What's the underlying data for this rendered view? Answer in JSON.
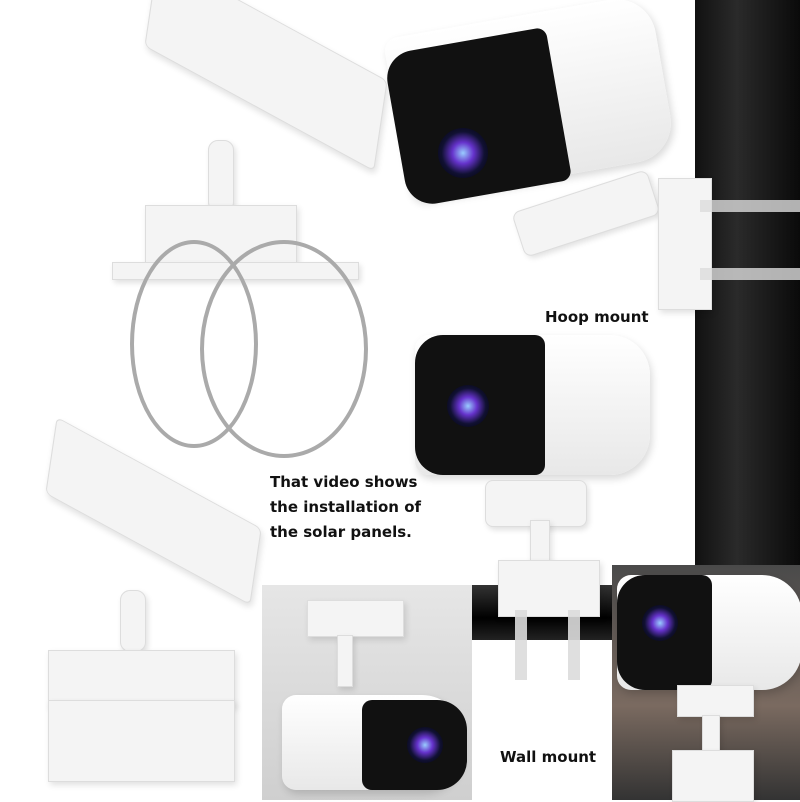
{
  "labels": {
    "hoop_mount": "Hoop mount",
    "caption_line1": "That video shows",
    "caption_line2": "the installation of",
    "caption_line3": "the solar panels.",
    "wall_mount": "Wall mount"
  }
}
